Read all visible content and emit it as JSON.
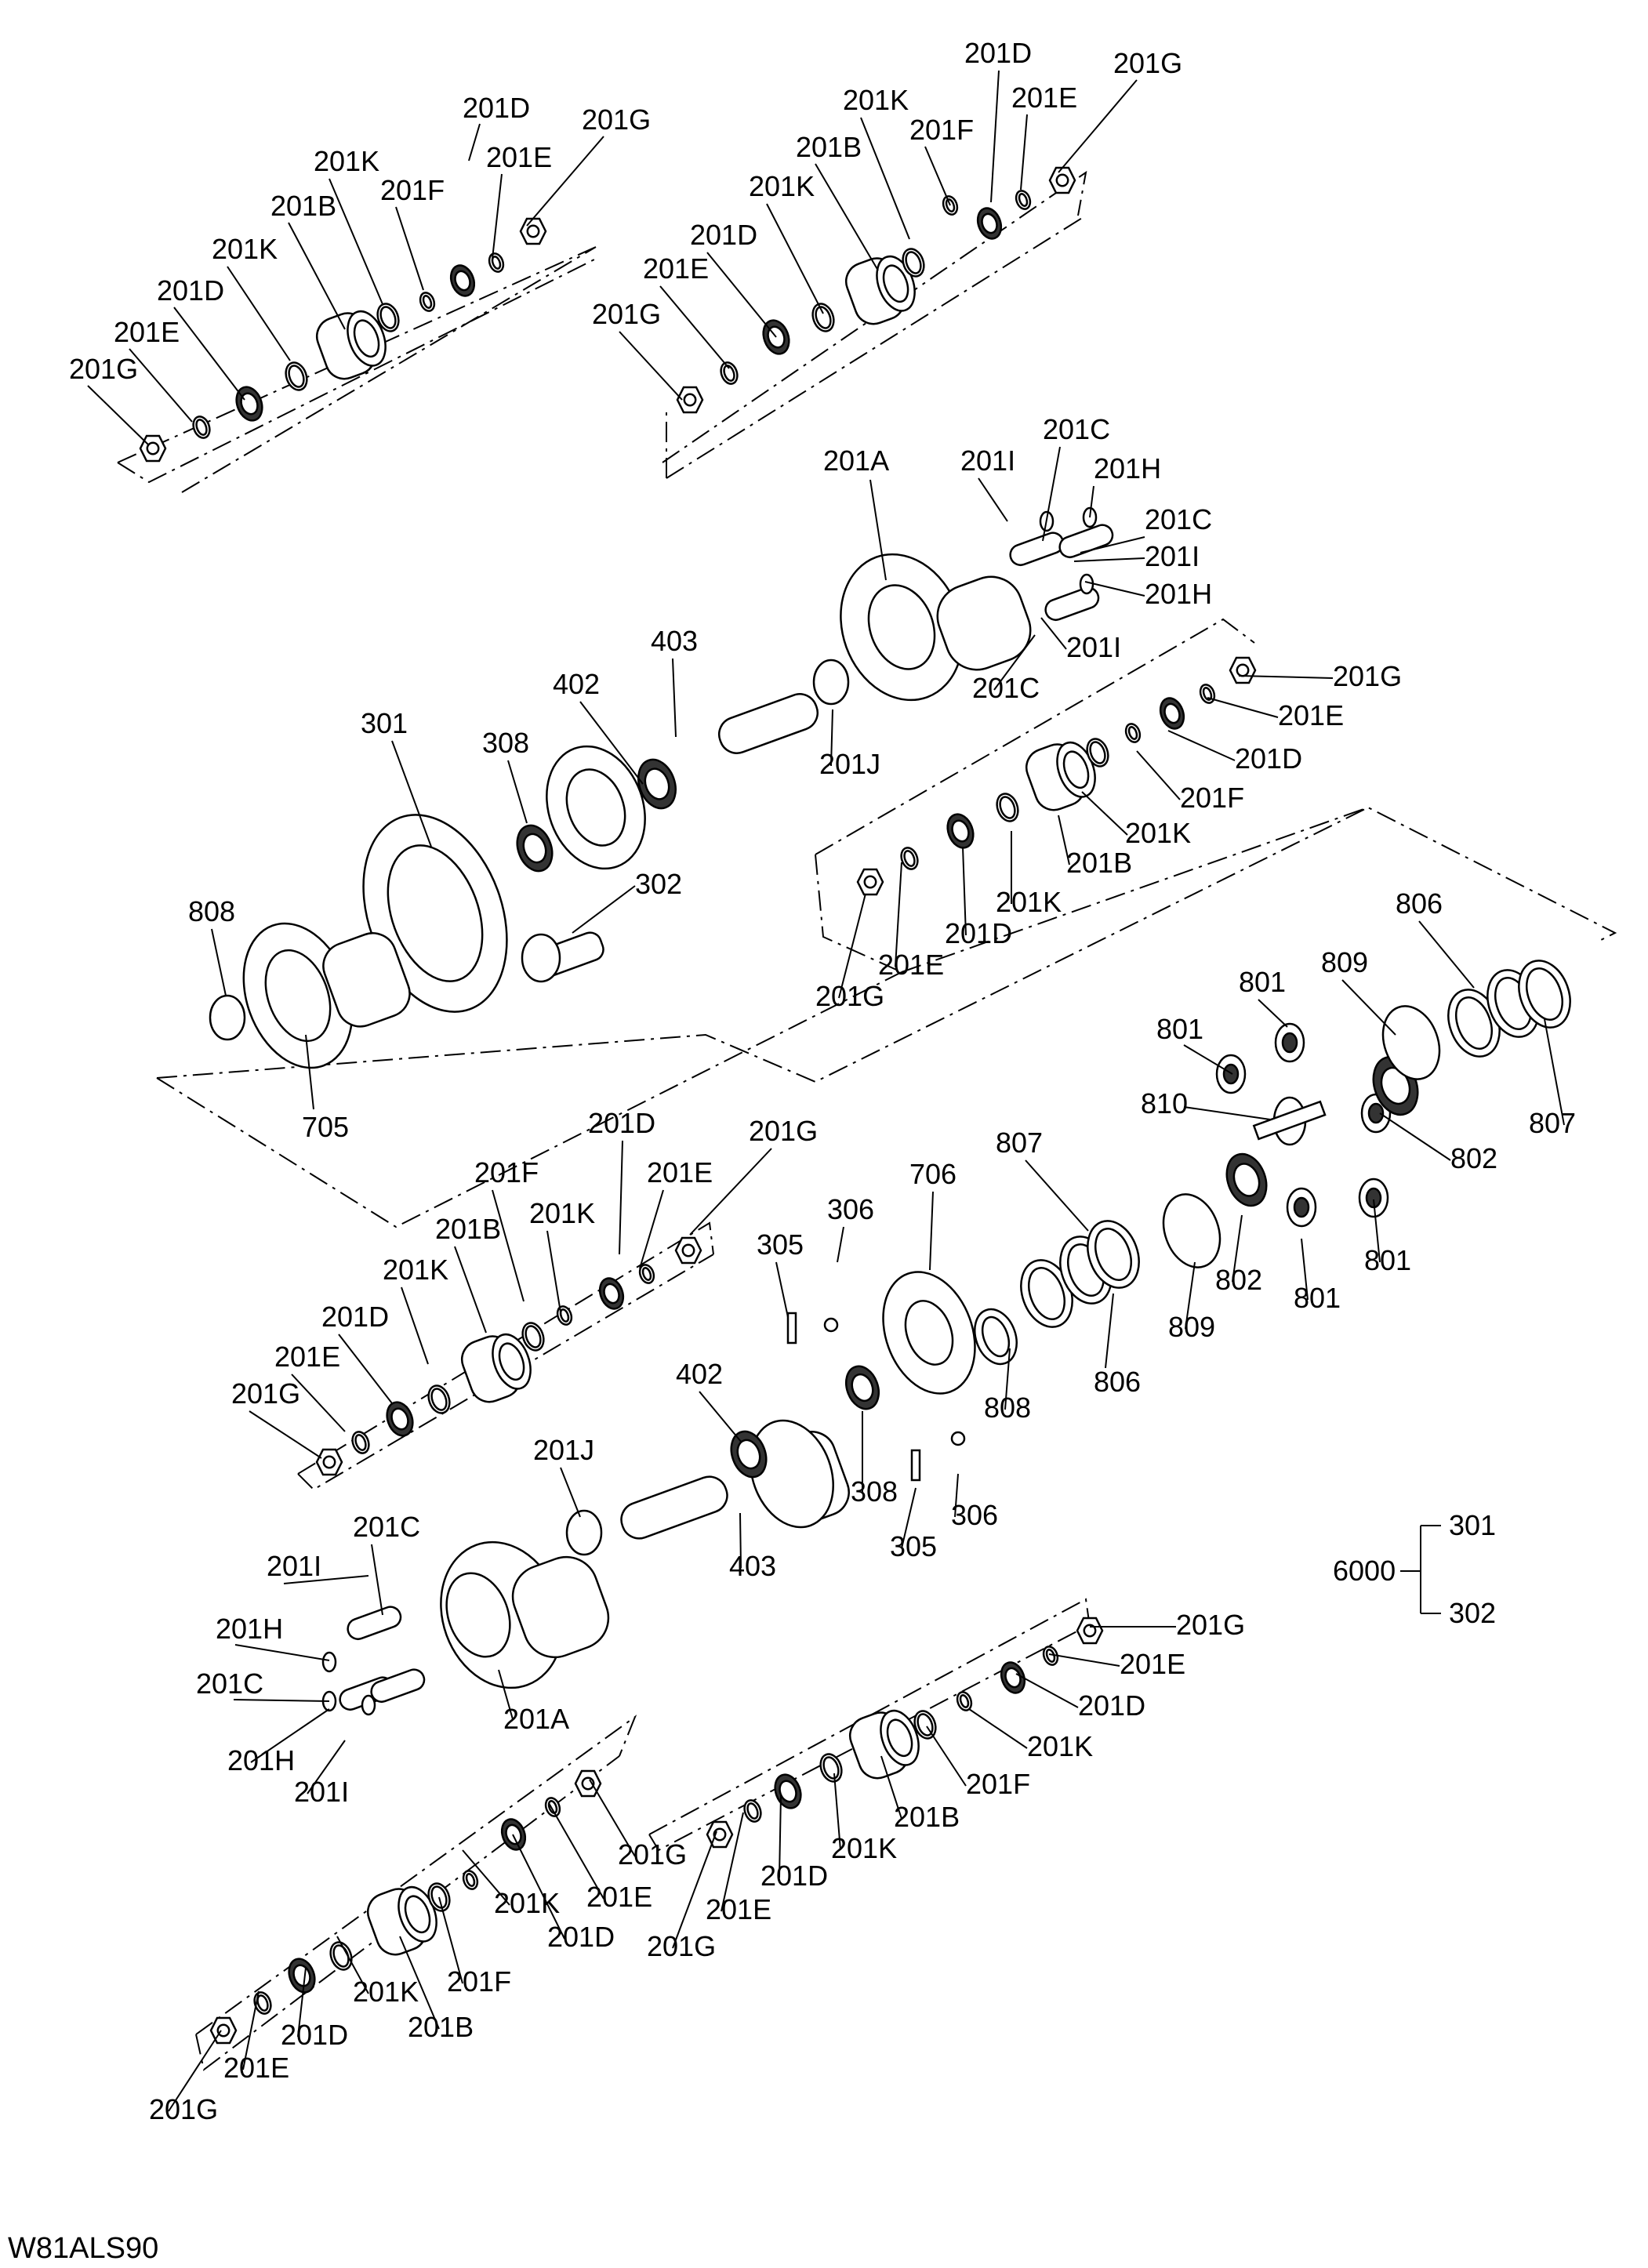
{
  "diagram_code": "W81ALS90",
  "assembly": {
    "code": "6000",
    "children": [
      "301",
      "302"
    ]
  },
  "callouts": [
    {
      "id": "201D"
    },
    {
      "id": "201E"
    },
    {
      "id": "201G"
    },
    {
      "id": "201K"
    },
    {
      "id": "201F"
    },
    {
      "id": "201B"
    },
    {
      "id": "201A"
    },
    {
      "id": "201C"
    },
    {
      "id": "201H"
    },
    {
      "id": "201I"
    },
    {
      "id": "201J"
    },
    {
      "id": "301"
    },
    {
      "id": "302"
    },
    {
      "id": "305"
    },
    {
      "id": "306"
    },
    {
      "id": "308"
    },
    {
      "id": "402"
    },
    {
      "id": "403"
    },
    {
      "id": "705"
    },
    {
      "id": "706"
    },
    {
      "id": "801"
    },
    {
      "id": "802"
    },
    {
      "id": "806"
    },
    {
      "id": "807"
    },
    {
      "id": "808"
    },
    {
      "id": "809"
    },
    {
      "id": "810"
    }
  ]
}
